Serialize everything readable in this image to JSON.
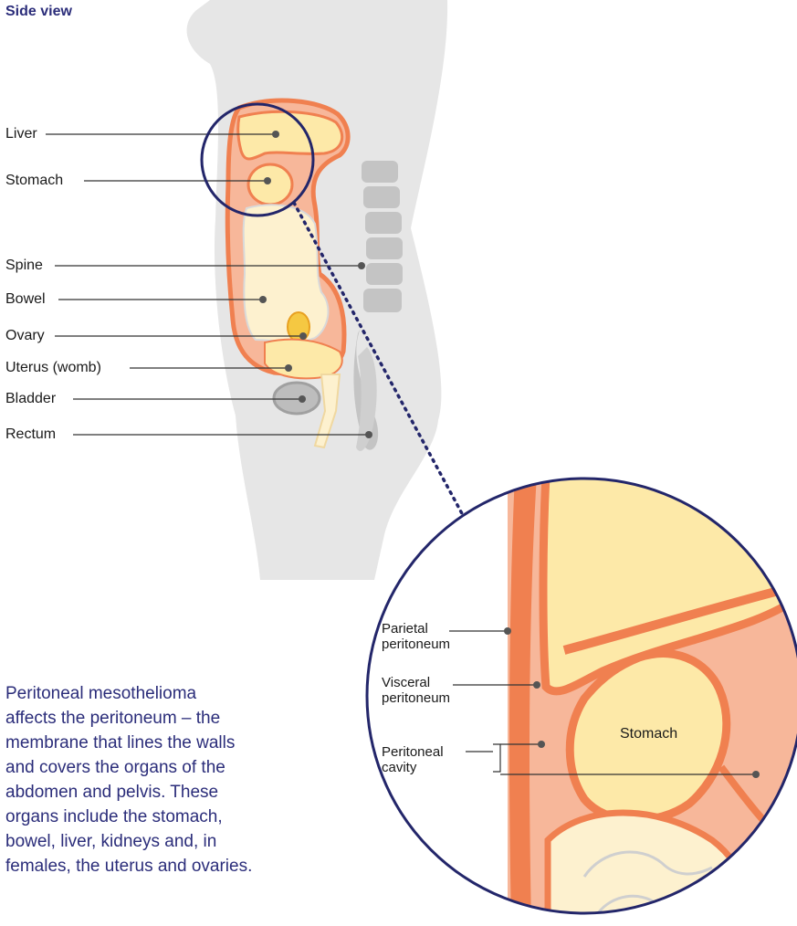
{
  "view_title": "Side view",
  "labels": {
    "liver": "Liver",
    "stomach": "Stomach",
    "spine": "Spine",
    "bowel": "Bowel",
    "ovary": "Ovary",
    "uterus": "Uterus (womb)",
    "bladder": "Bladder",
    "rectum": "Rectum"
  },
  "zoom": {
    "parietal_line1": "Parietal",
    "parietal_line2": "peritoneum",
    "visceral_line1": "Visceral",
    "visceral_line2": "peritoneum",
    "cavity_line1": "Peritoneal",
    "cavity_line2": "cavity",
    "stomach": "Stomach"
  },
  "description_lines": [
    "Peritoneal mesothelioma",
    "affects the peritoneum – the",
    "membrane that lines the walls",
    "and covers the organs of the",
    "abdomen and pelvis. These",
    "organs include the stomach,",
    "bowel, liver, kidneys and, in",
    "females, the uterus and ovaries."
  ],
  "colors": {
    "title_navy": "#2b2d7a",
    "body_grey": "#e6e6e6",
    "spine_grey": "#bdbdbd",
    "peritoneum_orange": "#f08050",
    "cavity_peach": "#f7b79a",
    "organ_yellow": "#fde9a8",
    "bowel_cream": "#fdf1cf",
    "circle_navy": "#23266a"
  }
}
